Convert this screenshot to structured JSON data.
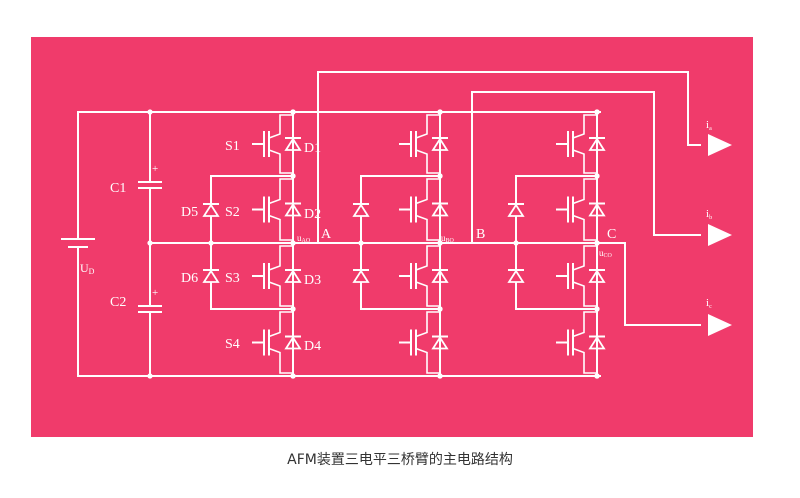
{
  "panel": {
    "background": "#F03B6B",
    "line_color": "#FFFFFF"
  },
  "labels": {
    "dc_source": "U",
    "dc_source_sub": "D",
    "c1": "C1",
    "c2": "C2",
    "c1_plus": "+",
    "c2_plus": "+",
    "s1": "S1",
    "s2": "S2",
    "s3": "S3",
    "s4": "S4",
    "d1": "D1",
    "d2": "D2",
    "d3": "D3",
    "d4": "D4",
    "d5": "D5",
    "d6": "D6",
    "node_a": "A",
    "node_b": "B",
    "node_c": "C",
    "u_ao": "u",
    "u_ao_sub": "AO",
    "u_bo": "u",
    "u_bo_sub": "BO",
    "u_co": "u",
    "u_co_sub": "CO",
    "ia": "i",
    "ia_sub": "a",
    "ib": "i",
    "ib_sub": "b",
    "ic": "i",
    "ic_sub": "c"
  },
  "caption": "AFM装置三电平三桥臂的主电路结构"
}
